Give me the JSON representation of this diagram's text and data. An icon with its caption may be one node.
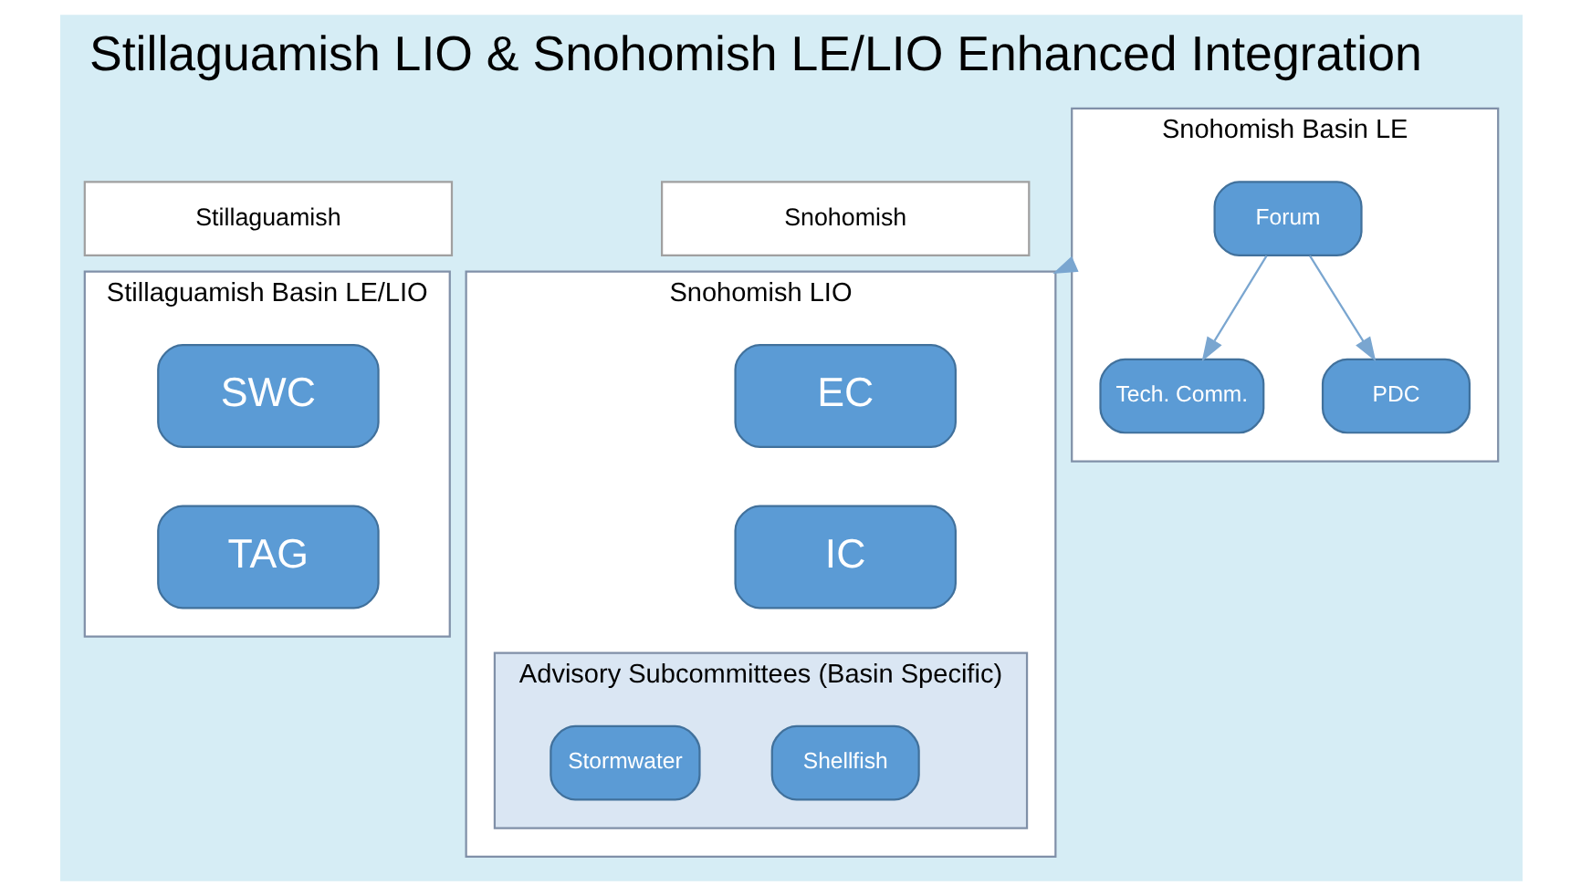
{
  "diagram": {
    "title": "Stillaguamish LIO & Snohomish LE/LIO Enhanced Integration",
    "nodes": [
      {
        "text": [
          "Stillaguamish"
        ]
      },
      {
        "text": [
          "Snohomish"
        ]
      },
      {
        "text": [
          "Stillaguamish Basin LE/LIO"
        ]
      },
      {
        "text": [
          "SWC"
        ],
        "in": 2
      },
      {
        "text": [
          "TAG"
        ],
        "in": 2
      },
      {
        "text": [
          "Snohomish LIO"
        ]
      },
      {
        "text": [
          "EC"
        ],
        "in": 5
      },
      {
        "text": [
          "IC"
        ],
        "in": 5
      },
      {
        "text": [
          "Advisory Subcommittees (Basin Specific)"
        ],
        "in": 5
      },
      {
        "text": [
          "Shellfish"
        ],
        "in": 8
      },
      {
        "text": [
          "Stormwater"
        ],
        "in": 8
      },
      {
        "text": [
          "Snohomish Basin LE"
        ]
      },
      {
        "text": [
          "Forum"
        ],
        "in": 11
      },
      {
        "text": [
          "Tech. Comm."
        ],
        "in": 11
      },
      {
        "text": [
          "PDC"
        ],
        "in": 11
      }
    ],
    "edges": [
      {
        "from": 11,
        "to": 5,
        "arrow": "to"
      },
      {
        "from": 12,
        "to": 13,
        "arrow": "to"
      },
      {
        "from": 12,
        "to": 14,
        "arrow": "to"
      }
    ]
  }
}
